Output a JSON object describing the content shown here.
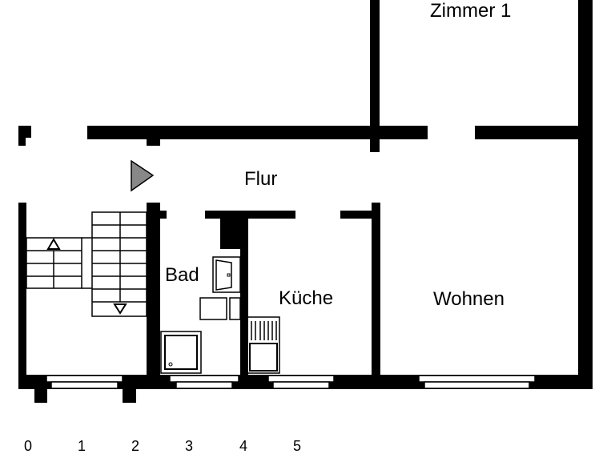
{
  "rooms": {
    "zimmer1": {
      "label": "Zimmer 1"
    },
    "flur": {
      "label": "Flur"
    },
    "bad": {
      "label": "Bad"
    },
    "kueche": {
      "label": "Küche"
    },
    "wohnen": {
      "label": "Wohnen"
    }
  },
  "scale": {
    "ticks": [
      "0",
      "1",
      "2",
      "3",
      "4",
      "5"
    ]
  },
  "icons": {
    "entrance_arrow": "entrance-arrow-icon",
    "stair_up": "stair-up-arrow-icon",
    "stair_down": "stair-down-arrow-icon"
  },
  "colors": {
    "wall": "#000000",
    "background": "#ffffff",
    "entrance_arrow": "#888888"
  }
}
